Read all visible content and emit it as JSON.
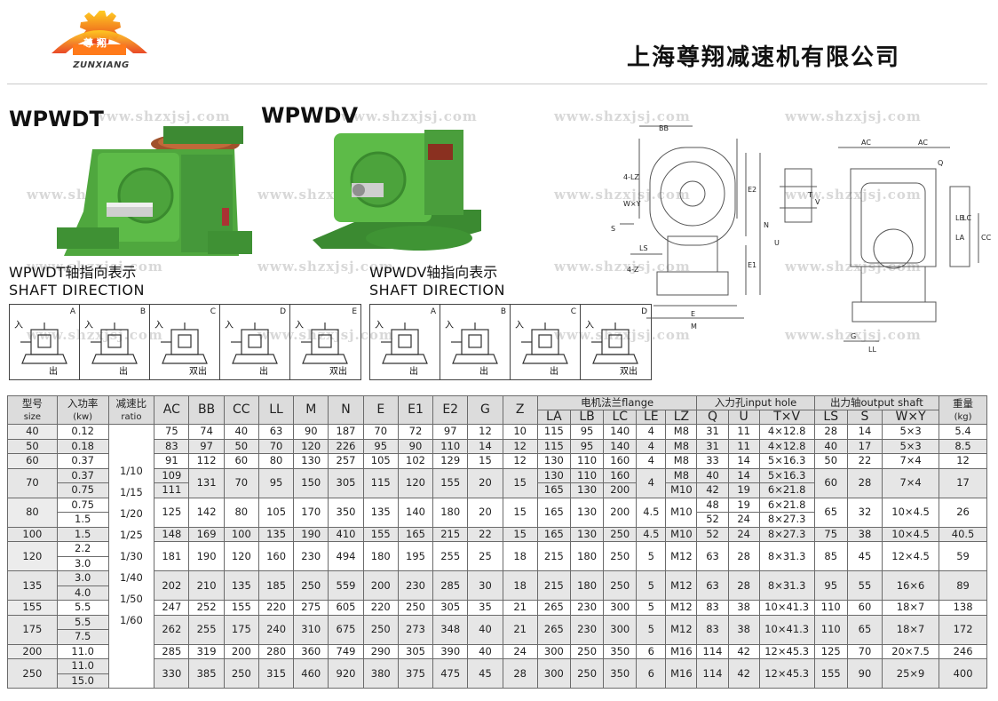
{
  "header": {
    "logo_cn": "尊 翔",
    "logo_en": "ZUNXIANG",
    "company": "上海尊翔减速机有限公司"
  },
  "watermark": "www.shzxjsj.com",
  "products": {
    "a": {
      "model": "WPWDT",
      "dir_cn": "WPWDT轴指向表示",
      "dir_en": "SHAFT DIRECTION"
    },
    "b": {
      "model": "WPWDV",
      "dir_cn": "WPWDV轴指向表示",
      "dir_en": "SHAFT DIRECTION"
    }
  },
  "directions_a": [
    {
      "letter": "A",
      "in": "入",
      "out": "出"
    },
    {
      "letter": "B",
      "in": "入",
      "out": "出"
    },
    {
      "letter": "C",
      "in": "入",
      "out": "双出"
    },
    {
      "letter": "D",
      "in": "入",
      "out": "出"
    },
    {
      "letter": "E",
      "in": "入",
      "out": "双出"
    }
  ],
  "directions_b": [
    {
      "letter": "A",
      "in": "入",
      "out": "出"
    },
    {
      "letter": "B",
      "in": "入",
      "out": "出"
    },
    {
      "letter": "C",
      "in": "入",
      "out": "出"
    },
    {
      "letter": "D",
      "in": "入",
      "out": "双出"
    }
  ],
  "drawing_labels": {
    "front": [
      "BB",
      "4-LZ",
      "W×Y",
      "S",
      "LS",
      "4-Z",
      "E",
      "M",
      "E2",
      "E1",
      "N",
      "T",
      "V",
      "U"
    ],
    "side": [
      "AC",
      "AC",
      "Q",
      "LB",
      "LC",
      "LA",
      "CC",
      "G",
      "LL"
    ]
  },
  "table": {
    "headers": {
      "size": [
        "型号",
        "size"
      ],
      "power": [
        "入功率",
        "(kw)"
      ],
      "ratio": [
        "减速比",
        "ratio"
      ],
      "dims": [
        "AC",
        "BB",
        "CC",
        "LL",
        "M",
        "N",
        "E",
        "E1",
        "E2",
        "G",
        "Z"
      ],
      "flange_group": "电机法兰flange",
      "flange": [
        "LA",
        "LB",
        "LC",
        "LE",
        "LZ"
      ],
      "input_group": "入力孔input hole",
      "input": [
        "Q",
        "U",
        "T×V"
      ],
      "output_group": "出力轴output shaft",
      "output": [
        "LS",
        "S",
        "W×Y"
      ],
      "weight": [
        "重量",
        "(kg)"
      ]
    },
    "ratios": [
      "1/10",
      "1/15",
      "1/20",
      "1/25",
      "1/30",
      "1/40",
      "1/50",
      "1/60"
    ],
    "rows": [
      {
        "size": "40",
        "power": [
          "0.12"
        ],
        "ac": "75",
        "bb": "74",
        "cc": "40",
        "ll": "63",
        "m": "90",
        "n": "187",
        "e": "70",
        "e1": "72",
        "e2": "97",
        "g": "12",
        "z": "10",
        "la": [
          "115"
        ],
        "lb": [
          "95"
        ],
        "lc": [
          "140"
        ],
        "le": "4",
        "lz": [
          "M8"
        ],
        "q": [
          "31"
        ],
        "u": [
          "11"
        ],
        "txv": [
          "4×12.8"
        ],
        "ls": "28",
        "s": "14",
        "wxy": "5×3",
        "kg": "5.4"
      },
      {
        "size": "50",
        "power": [
          "0.18"
        ],
        "ac": "83",
        "bb": "97",
        "cc": "50",
        "ll": "70",
        "m": "120",
        "n": "226",
        "e": "95",
        "e1": "90",
        "e2": "110",
        "g": "14",
        "z": "12",
        "la": [
          "115"
        ],
        "lb": [
          "95"
        ],
        "lc": [
          "140"
        ],
        "le": "4",
        "lz": [
          "M8"
        ],
        "q": [
          "31"
        ],
        "u": [
          "11"
        ],
        "txv": [
          "4×12.8"
        ],
        "ls": "40",
        "s": "17",
        "wxy": "5×3",
        "kg": "8.5"
      },
      {
        "size": "60",
        "power": [
          "0.37"
        ],
        "ac": "91",
        "bb": "112",
        "cc": "60",
        "ll": "80",
        "m": "130",
        "n": "257",
        "e": "105",
        "e1": "102",
        "e2": "129",
        "g": "15",
        "z": "12",
        "la": [
          "130"
        ],
        "lb": [
          "110"
        ],
        "lc": [
          "160"
        ],
        "le": "4",
        "lz": [
          "M8"
        ],
        "q": [
          "33"
        ],
        "u": [
          "14"
        ],
        "txv": [
          "5×16.3"
        ],
        "ls": "50",
        "s": "22",
        "wxy": "7×4",
        "kg": "12"
      },
      {
        "size": "70",
        "power": [
          "0.37",
          "0.75"
        ],
        "ac": [
          "109",
          "111"
        ],
        "bb": "131",
        "cc": "70",
        "ll": "95",
        "m": "150",
        "n": "305",
        "e": "115",
        "e1": "120",
        "e2": "155",
        "g": "20",
        "z": "15",
        "la": [
          "130",
          "165"
        ],
        "lb": [
          "110",
          "130"
        ],
        "lc": [
          "160",
          "200"
        ],
        "le": "4",
        "lz": [
          "M8",
          "M10"
        ],
        "q": [
          "40",
          "42"
        ],
        "u": [
          "14",
          "19"
        ],
        "txv": [
          "5×16.3",
          "6×21.8"
        ],
        "ls": "60",
        "s": "28",
        "wxy": "7×4",
        "kg": "17"
      },
      {
        "size": "80",
        "power": [
          "0.75",
          "1.5"
        ],
        "ac": "125",
        "bb": "142",
        "cc": "80",
        "ll": "105",
        "m": "170",
        "n": "350",
        "e": "135",
        "e1": "140",
        "e2": "180",
        "g": "20",
        "z": "15",
        "la": [
          "165"
        ],
        "lb": [
          "130"
        ],
        "lc": [
          "200"
        ],
        "le": "4.5",
        "lz": [
          "M10"
        ],
        "q": [
          "48",
          "52"
        ],
        "u": [
          "19",
          "24"
        ],
        "txv": [
          "6×21.8",
          "8×27.3"
        ],
        "ls": "65",
        "s": "32",
        "wxy": "10×4.5",
        "kg": "26"
      },
      {
        "size": "100",
        "power": [
          "1.5"
        ],
        "ac": "148",
        "bb": "169",
        "cc": "100",
        "ll": "135",
        "m": "190",
        "n": "410",
        "e": "155",
        "e1": "165",
        "e2": "215",
        "g": "22",
        "z": "15",
        "la": [
          "165"
        ],
        "lb": [
          "130"
        ],
        "lc": [
          "250"
        ],
        "le": "4.5",
        "lz": [
          "M10"
        ],
        "q": [
          "52"
        ],
        "u": [
          "24"
        ],
        "txv": [
          "8×27.3"
        ],
        "ls": "75",
        "s": "38",
        "wxy": "10×4.5",
        "kg": "40.5"
      },
      {
        "size": "120",
        "power": [
          "2.2",
          "3.0"
        ],
        "ac": "181",
        "bb": "190",
        "cc": "120",
        "ll": "160",
        "m": "230",
        "n": "494",
        "e": "180",
        "e1": "195",
        "e2": "255",
        "g": "25",
        "z": "18",
        "la": [
          "215"
        ],
        "lb": [
          "180"
        ],
        "lc": [
          "250"
        ],
        "le": "5",
        "lz": [
          "M12"
        ],
        "q": [
          "63"
        ],
        "u": [
          "28"
        ],
        "txv": [
          "8×31.3"
        ],
        "ls": "85",
        "s": "45",
        "wxy": "12×4.5",
        "kg": "59"
      },
      {
        "size": "135",
        "power": [
          "3.0",
          "4.0"
        ],
        "ac": "202",
        "bb": "210",
        "cc": "135",
        "ll": "185",
        "m": "250",
        "n": "559",
        "e": "200",
        "e1": "230",
        "e2": "285",
        "g": "30",
        "z": "18",
        "la": [
          "215"
        ],
        "lb": [
          "180"
        ],
        "lc": [
          "250"
        ],
        "le": "5",
        "lz": [
          "M12"
        ],
        "q": [
          "63"
        ],
        "u": [
          "28"
        ],
        "txv": [
          "8×31.3"
        ],
        "ls": "95",
        "s": "55",
        "wxy": "16×6",
        "kg": "89"
      },
      {
        "size": "155",
        "power": [
          "5.5"
        ],
        "ac": "247",
        "bb": "252",
        "cc": "155",
        "ll": "220",
        "m": "275",
        "n": "605",
        "e": "220",
        "e1": "250",
        "e2": "305",
        "g": "35",
        "z": "21",
        "la": [
          "265"
        ],
        "lb": [
          "230"
        ],
        "lc": [
          "300"
        ],
        "le": "5",
        "lz": [
          "M12"
        ],
        "q": [
          "83"
        ],
        "u": [
          "38"
        ],
        "txv": [
          "10×41.3"
        ],
        "ls": "110",
        "s": "60",
        "wxy": "18×7",
        "kg": "138"
      },
      {
        "size": "175",
        "power": [
          "5.5",
          "7.5"
        ],
        "ac": "262",
        "bb": "255",
        "cc": "175",
        "ll": "240",
        "m": "310",
        "n": "675",
        "e": "250",
        "e1": "273",
        "e2": "348",
        "g": "40",
        "z": "21",
        "la": [
          "265"
        ],
        "lb": [
          "230"
        ],
        "lc": [
          "300"
        ],
        "le": "5",
        "lz": [
          "M12"
        ],
        "q": [
          "83"
        ],
        "u": [
          "38"
        ],
        "txv": [
          "10×41.3"
        ],
        "ls": "110",
        "s": "65",
        "wxy": "18×7",
        "kg": "172"
      },
      {
        "size": "200",
        "power": [
          "11.0"
        ],
        "ac": "285",
        "bb": "319",
        "cc": "200",
        "ll": "280",
        "m": "360",
        "n": "749",
        "e": "290",
        "e1": "305",
        "e2": "390",
        "g": "40",
        "z": "24",
        "la": [
          "300"
        ],
        "lb": [
          "250"
        ],
        "lc": [
          "350"
        ],
        "le": "6",
        "lz": [
          "M16"
        ],
        "q": [
          "114"
        ],
        "u": [
          "42"
        ],
        "txv": [
          "12×45.3"
        ],
        "ls": "125",
        "s": "70",
        "wxy": "20×7.5",
        "kg": "246"
      },
      {
        "size": "250",
        "power": [
          "11.0",
          "15.0"
        ],
        "ac": "330",
        "bb": "385",
        "cc": "250",
        "ll": "315",
        "m": "460",
        "n": "920",
        "e": "380",
        "e1": "375",
        "e2": "475",
        "g": "45",
        "z": "28",
        "la": [
          "300"
        ],
        "lb": [
          "250"
        ],
        "lc": [
          "350"
        ],
        "le": "6",
        "lz": [
          "M16"
        ],
        "q": [
          "114"
        ],
        "u": [
          "42"
        ],
        "txv": [
          "12×45.3"
        ],
        "ls": "155",
        "s": "90",
        "wxy": "25×9",
        "kg": "400"
      }
    ]
  }
}
